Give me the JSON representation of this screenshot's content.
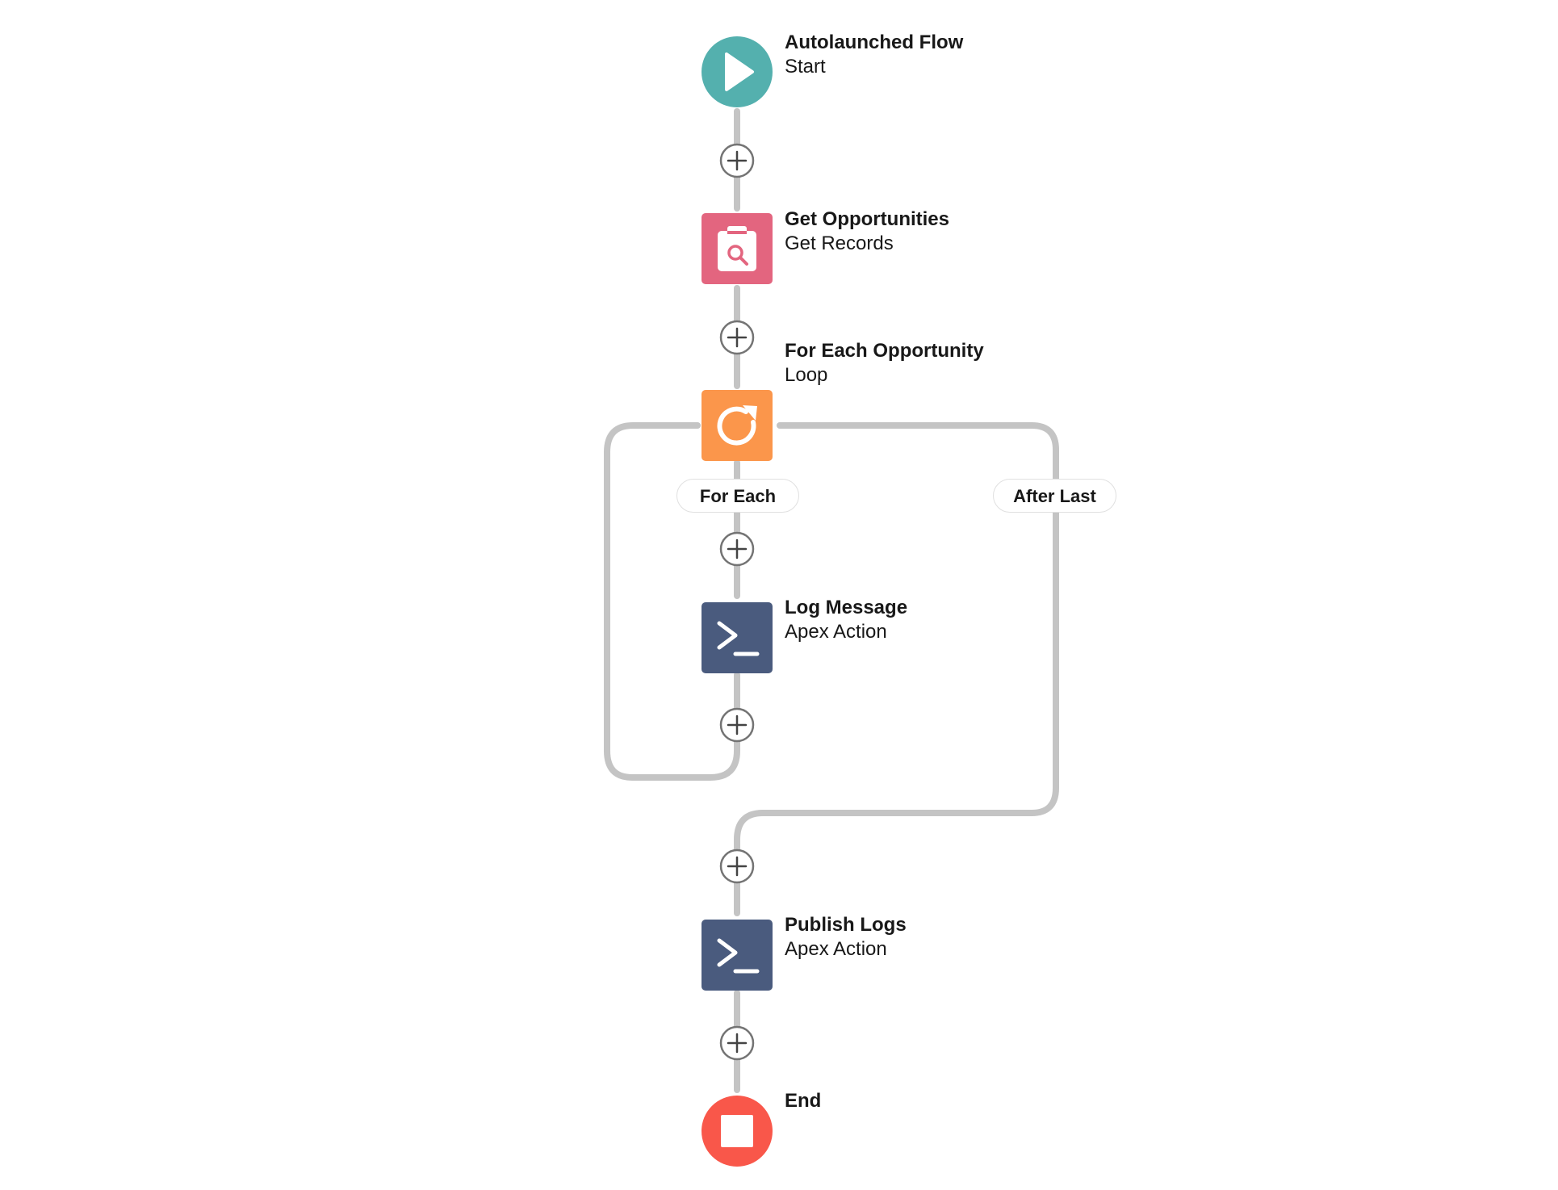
{
  "nodes": {
    "start": {
      "title": "Autolaunched Flow",
      "subtitle": "Start",
      "icon": "play-icon",
      "color": "#54b0ae"
    },
    "get_records": {
      "title": "Get Opportunities",
      "subtitle": "Get Records",
      "icon": "record-lookup-icon",
      "color": "#e3657f"
    },
    "loop": {
      "title": "For Each Opportunity",
      "subtitle": "Loop",
      "icon": "loop-icon",
      "color": "#fb964b"
    },
    "log_message": {
      "title": "Log Message",
      "subtitle": "Apex Action",
      "icon": "apex-icon",
      "color": "#4a5b7e"
    },
    "publish_logs": {
      "title": "Publish Logs",
      "subtitle": "Apex Action",
      "icon": "apex-icon",
      "color": "#4a5b7e"
    },
    "end": {
      "title": "End",
      "icon": "stop-icon",
      "color": "#f9574a"
    }
  },
  "branches": {
    "for_each": "For Each",
    "after_last": "After Last"
  },
  "connector_color": "#c4c4c4",
  "add_button_icon": "plus-icon"
}
